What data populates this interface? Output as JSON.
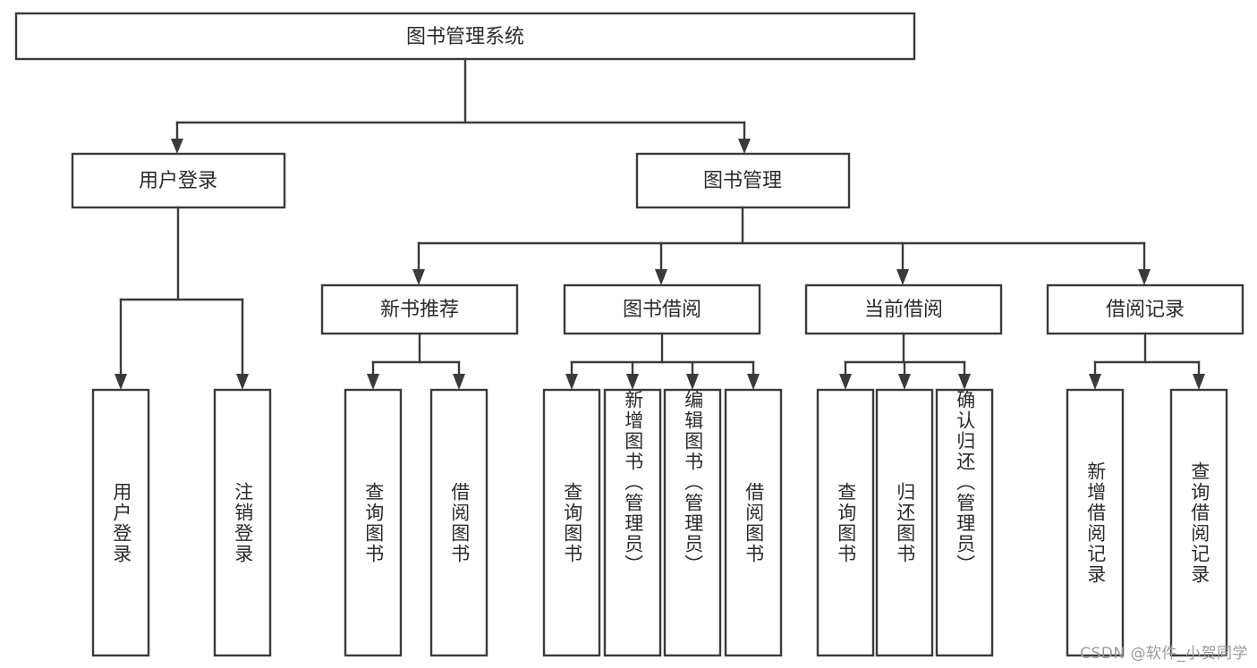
{
  "diagram": {
    "title": "图书管理系统",
    "type": "tree-hierarchy",
    "watermark": "CSDN @软件_小贺同学",
    "colors": {
      "stroke": "#3a3a3a",
      "text": "#2b2b2b",
      "background": "#ffffff",
      "watermark": "#9a9a9a"
    },
    "root": {
      "label": "图书管理系统"
    },
    "level2": [
      {
        "id": "user-login",
        "label": "用户登录"
      },
      {
        "id": "book-manage",
        "label": "图书管理"
      }
    ],
    "level3": [
      {
        "id": "new-book-recommend",
        "label": "新书推荐",
        "parent": "book-manage"
      },
      {
        "id": "book-borrow",
        "label": "图书借阅",
        "parent": "book-manage"
      },
      {
        "id": "current-borrow",
        "label": "当前借阅",
        "parent": "book-manage"
      },
      {
        "id": "borrow-record",
        "label": "借阅记录",
        "parent": "book-manage"
      }
    ],
    "leaves": {
      "user-login": [
        {
          "id": "leaf-user-login",
          "label": "用户登录"
        },
        {
          "id": "leaf-user-logout",
          "label": "注销登录"
        }
      ],
      "new-book-recommend": [
        {
          "id": "leaf-query-book-1",
          "label": "查询图书"
        },
        {
          "id": "leaf-borrow-book-1",
          "label": "借阅图书"
        }
      ],
      "book-borrow": [
        {
          "id": "leaf-query-book-2",
          "label": "查询图书"
        },
        {
          "id": "leaf-add-book",
          "label": "新增图书（管理员）"
        },
        {
          "id": "leaf-edit-book",
          "label": "编辑图书（管理员）"
        },
        {
          "id": "leaf-borrow-book-2",
          "label": "借阅图书"
        }
      ],
      "current-borrow": [
        {
          "id": "leaf-query-book-3",
          "label": "查询图书"
        },
        {
          "id": "leaf-return-book",
          "label": "归还图书"
        },
        {
          "id": "leaf-confirm-return",
          "label": "确认归还（管理员）"
        }
      ],
      "borrow-record": [
        {
          "id": "leaf-add-record",
          "label": "新增借阅记录"
        },
        {
          "id": "leaf-query-record",
          "label": "查询借阅记录"
        }
      ]
    }
  }
}
